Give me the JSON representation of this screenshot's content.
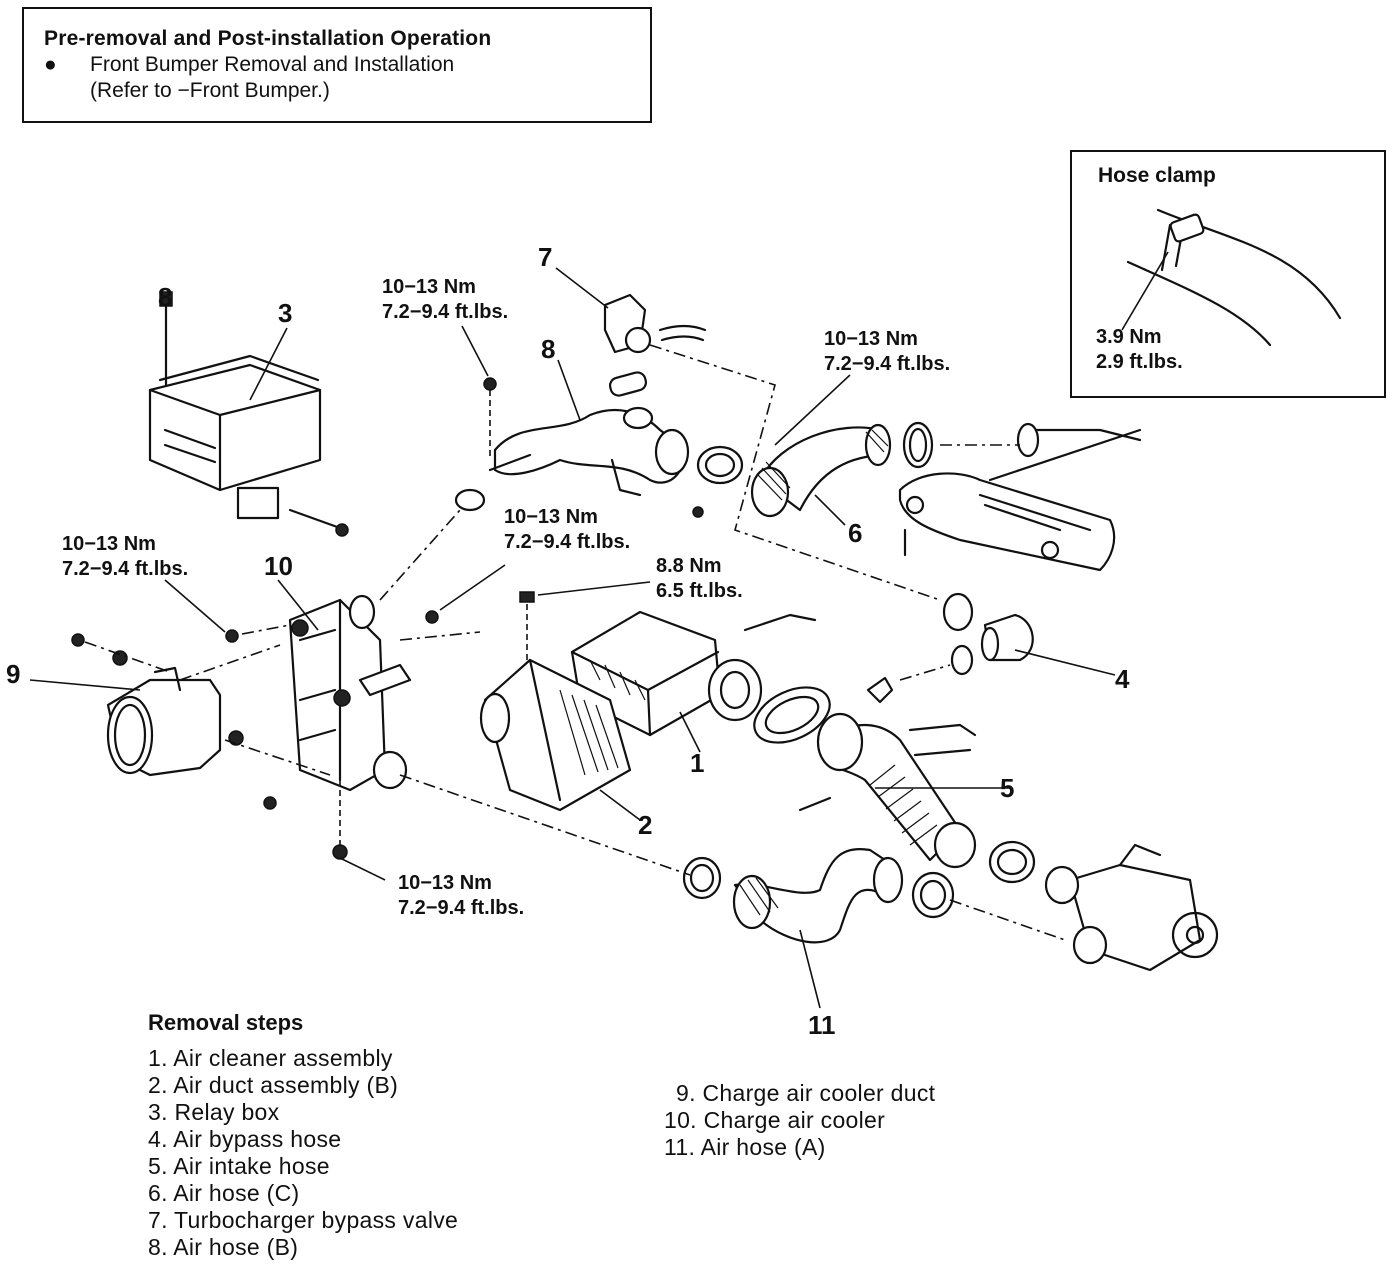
{
  "pre_operation": {
    "title": "Pre-removal and Post-installation Operation",
    "bullet": "●",
    "item_line1": "Front Bumper Removal and Installation",
    "item_line2": "(Refer to −Front Bumper.)"
  },
  "hose_clamp_box": {
    "title": "Hose clamp",
    "torque_nm": "3.9 Nm",
    "torque_ft": "2.9 ft.lbs."
  },
  "callouts": {
    "n1": "1",
    "n2": "2",
    "n3": "3",
    "n4": "4",
    "n5": "5",
    "n6": "6",
    "n7": "7",
    "n8a": "8",
    "n8b": "8",
    "n9": "9",
    "n10": "10",
    "n11": "11"
  },
  "torques": {
    "t_air_hose_b_nm": "10−13 Nm",
    "t_air_hose_b_ft": "7.2−9.4 ft.lbs.",
    "t_air_hose_c_nm": "10−13 Nm",
    "t_air_hose_c_ft": "7.2−9.4 ft.lbs.",
    "t_cooler_top_nm": "10−13 Nm",
    "t_cooler_top_ft": "7.2−9.4 ft.lbs.",
    "t_duct_nm": "10−13 Nm",
    "t_duct_ft": "7.2−9.4 ft.lbs.",
    "t_cleaner_nm": "8.8 Nm",
    "t_cleaner_ft": "6.5 ft.lbs.",
    "t_cooler_bottom_nm": "10−13 Nm",
    "t_cooler_bottom_ft": "7.2−9.4 ft.lbs."
  },
  "removal_steps": {
    "title": "Removal steps",
    "left": [
      "1. Air cleaner assembly",
      "2. Air duct assembly (B)",
      "3. Relay box",
      "4. Air bypass hose",
      "5. Air intake hose",
      "6. Air hose (C)",
      "7. Turbocharger bypass valve",
      "8. Air hose (B)"
    ],
    "right": [
      "9. Charge air cooler duct",
      "10. Charge air cooler",
      "11. Air hose (A)"
    ]
  }
}
